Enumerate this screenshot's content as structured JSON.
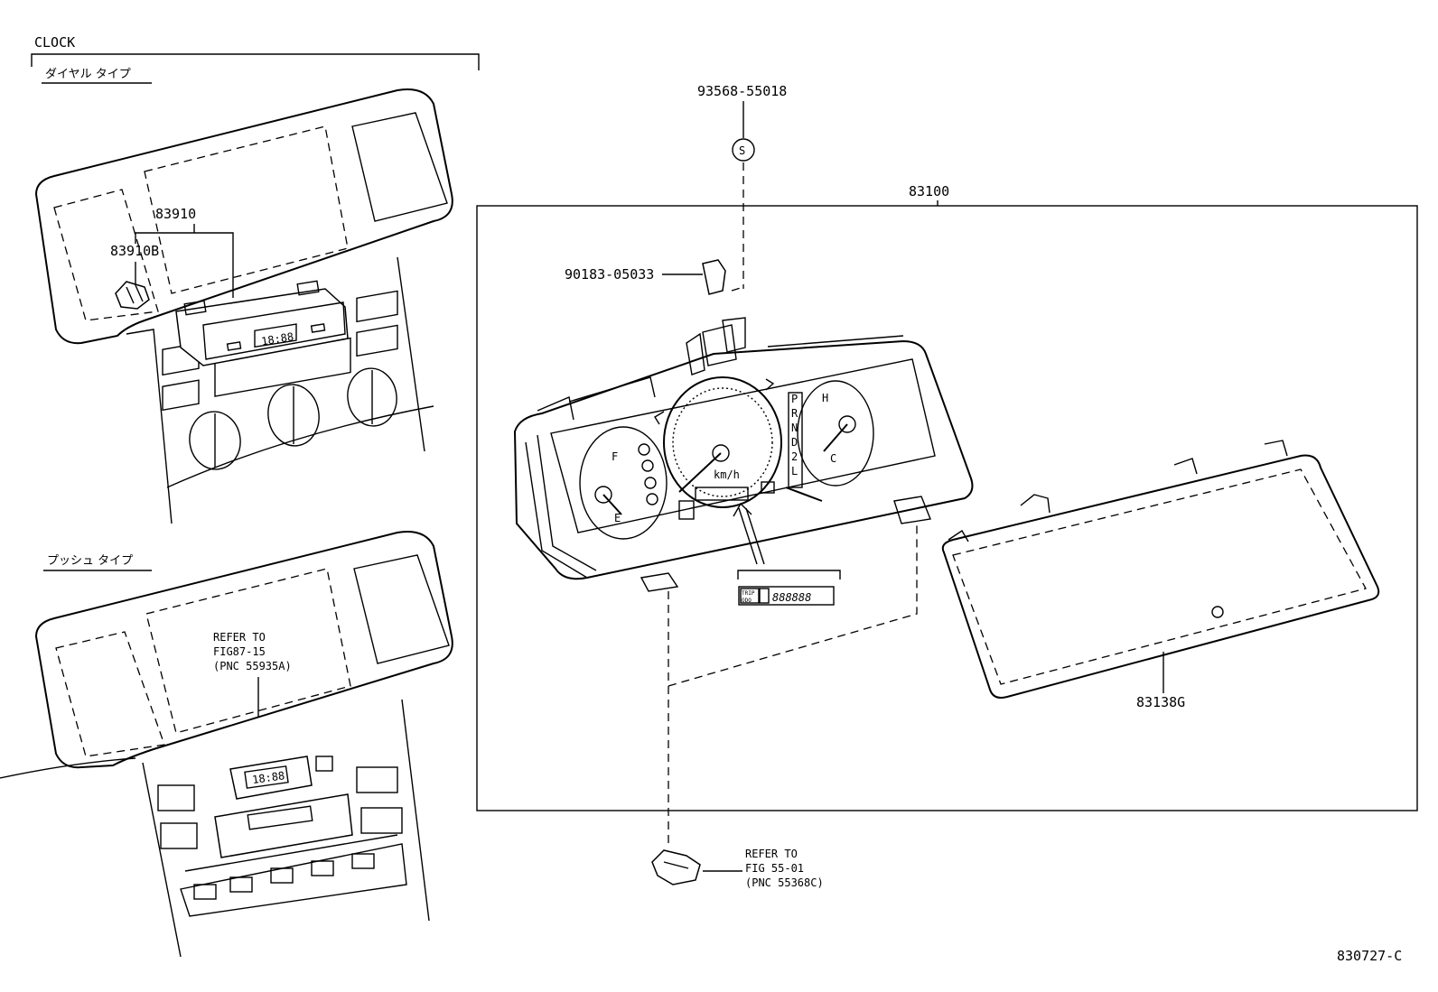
{
  "section": {
    "title": "CLOCK",
    "dial_type": "ダイヤル タイプ",
    "push_type": "プッシュ タイプ"
  },
  "parts": {
    "p83910": "83910",
    "p83910B": "83910B",
    "p93568": "93568-55018",
    "p83100": "83100",
    "p90183": "90183-05033",
    "p83138G": "83138G"
  },
  "refs": {
    "fig87_line1": "REFER TO",
    "fig87_line2": "FIG87-15",
    "fig87_line3": "(PNC 55935A)",
    "fig55_line1": "REFER TO",
    "fig55_line2": "FIG 55-01",
    "fig55_line3": "(PNC 55368C)"
  },
  "symbols": {
    "s_mark": "S",
    "clock_display": "18:88",
    "odo_display": "888888",
    "trip_label": "TRIP",
    "odo_label": "ODO",
    "kmh": "km/h",
    "fuel_f": "F",
    "fuel_e": "E",
    "temp_h": "H",
    "temp_c": "C",
    "gear_p": "P",
    "gear_r": "R",
    "gear_n": "N",
    "gear_d": "D",
    "gear_2": "2",
    "gear_l": "L"
  },
  "footer": {
    "diagram_id": "830727-C"
  }
}
